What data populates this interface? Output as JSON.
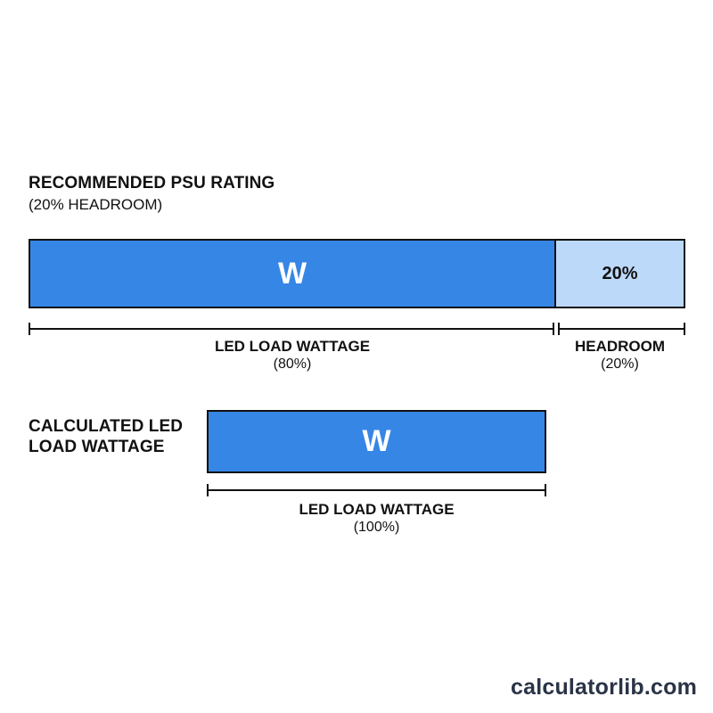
{
  "colors": {
    "primary_fill": "#3686e6",
    "headroom_fill": "#bcd9fa",
    "outline": "#111111",
    "brand_text": "#2b3347"
  },
  "recommended": {
    "title": "RECOMMENDED PSU RATING",
    "subtitle": "(20% HEADROOM)",
    "load_segment_label": "W",
    "headroom_segment_label": "20%",
    "load_share_percent": 80,
    "headroom_share_percent": 20,
    "load_caption_title": "LED LOAD WATTAGE",
    "load_caption_sub": "(80%)",
    "headroom_caption_title": "HEADROOM",
    "headroom_caption_sub": "(20%)"
  },
  "calculated": {
    "title_line1": "CALCULATED LED",
    "title_line2": "LOAD WATTAGE",
    "segment_label": "W",
    "caption_title": "LED LOAD WATTAGE",
    "caption_sub": "(100%)"
  },
  "footer": {
    "brand": "calculatorlib.com"
  }
}
